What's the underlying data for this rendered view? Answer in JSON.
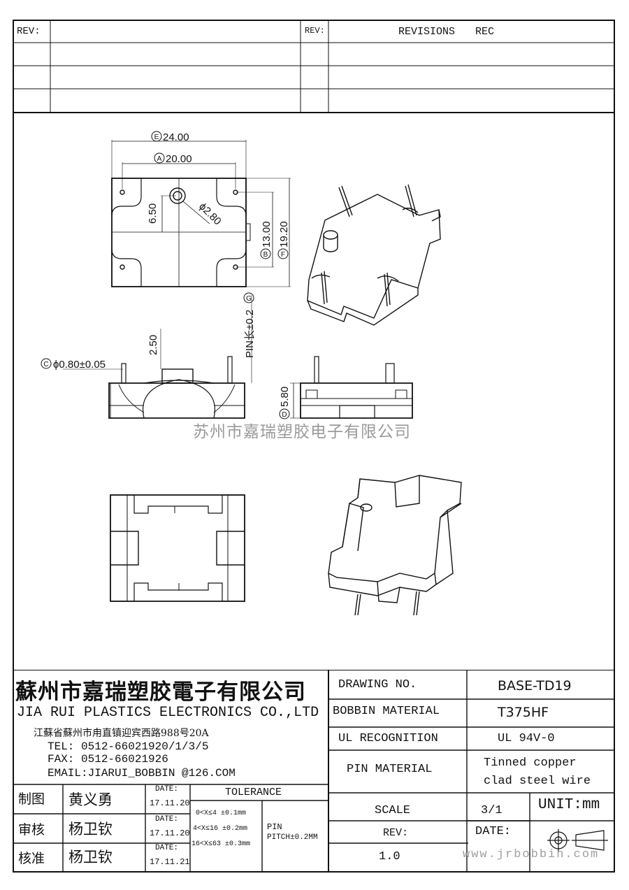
{
  "revision_table": {
    "rev_label_left": "REV:",
    "rev_label_right": "REV:",
    "revisions_header": "REVISIONS",
    "rec_header": "REC"
  },
  "dimensions": {
    "e": "24.00",
    "a": "20.00",
    "hole_offset": "6.50",
    "hole_dia": "ϕ2.80",
    "b": "13.00",
    "f": "19.20",
    "pin_len": "PIN长±0.2",
    "standoff": "2.50",
    "pin_dia": "ϕ0.80±0.05",
    "d": "5.80",
    "circ_e": "E",
    "circ_a": "A",
    "circ_b": "B",
    "circ_f": "F",
    "circ_g": "G",
    "circ_c": "C",
    "circ_d": "D"
  },
  "watermark": "苏州市嘉瑞塑胶电子有限公司",
  "company": {
    "name_cn": "蘇州市嘉瑞塑胶電子有限公司",
    "name_en": "JIA RUI PLASTICS ELECTRONICS CO.,LTD",
    "address": "江蘇省蘇州市甪直镇迎宾西路988号20A",
    "tel": "TEL: 0512-66021920/1/3/5",
    "fax": "FAX: 0512-66021926",
    "email": "EMAIL:JIARUI_BOBBIN @126.COM"
  },
  "signoff": [
    {
      "role": "制图",
      "name": "黄义勇",
      "date_label": "DATE:",
      "date": "17.11.20"
    },
    {
      "role": "审核",
      "name": "杨卫钦",
      "date_label": "DATE:",
      "date": "17.11.20"
    },
    {
      "role": "核准",
      "name": "杨卫钦",
      "date_label": "DATE:",
      "date": "17.11.21"
    }
  ],
  "tolerance": {
    "header": "TOLERANCE",
    "rows": [
      "0<X≤4  ±0.1mm",
      "4<X≤16 ±0.2mm",
      "16<X≤63 ±0.3mm"
    ],
    "pin_label": "PIN",
    "pin_pitch": "PITCH±0.2MM"
  },
  "specs": {
    "drawing_no_label": "DRAWING  NO.",
    "drawing_no": "BASE-TD19",
    "bobbin_material_label": "BOBBIN  MATERIAL",
    "bobbin_material": "T375HF",
    "ul_label": "UL RECOGNITION",
    "ul_value": "UL 94V-0",
    "pin_material_label": "PIN MATERIAL",
    "pin_material_1": "Tinned copper",
    "pin_material_2": "clad steel wire",
    "scale_label": "SCALE",
    "scale_value": "3/1",
    "unit": "UNIT:mm",
    "rev_label": "REV:",
    "rev_value": "1.0",
    "date_label": "DATE:",
    "website": "www.jrbobbin.com"
  }
}
